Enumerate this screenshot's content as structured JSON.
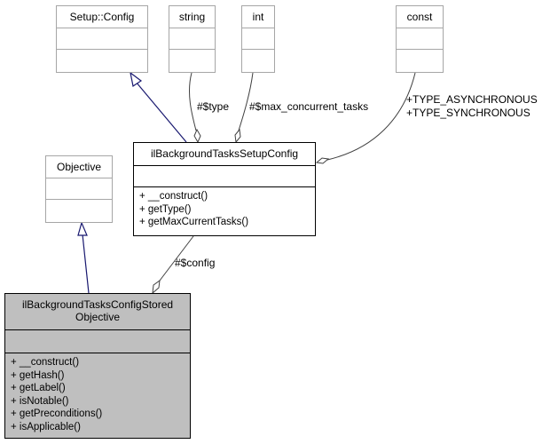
{
  "classes": {
    "setup_config": {
      "name": "Setup::Config"
    },
    "string": {
      "name": "string"
    },
    "int": {
      "name": "int"
    },
    "const": {
      "name": "const"
    },
    "objective": {
      "name": "Objective"
    },
    "setup_config_impl": {
      "name": "ilBackgroundTasksSetupConfig",
      "operations": [
        "+ __construct()",
        "+ getType()",
        "+ getMaxCurrentTasks()"
      ]
    },
    "stored_objective": {
      "name_line1": "ilBackgroundTasksConfigStored",
      "name_line2": "Objective",
      "operations": [
        "+ __construct()",
        "+ getHash()",
        "+ getLabel()",
        "+ isNotable()",
        "+ getPreconditions()",
        "+ isApplicable()"
      ]
    }
  },
  "edge_labels": {
    "type": "#$type",
    "max_concurrent_tasks": "#$max_concurrent_tasks",
    "const_line1": "+TYPE_ASYNCHRONOUS",
    "const_line2": "+TYPE_SYNCHRONOUS",
    "config": "#$config"
  },
  "colors": {
    "inheritance_edge": "#191970",
    "association_edge": "#404040",
    "ghost_border": "#a6a6a6",
    "focus_fill": "#bfbfbf"
  }
}
